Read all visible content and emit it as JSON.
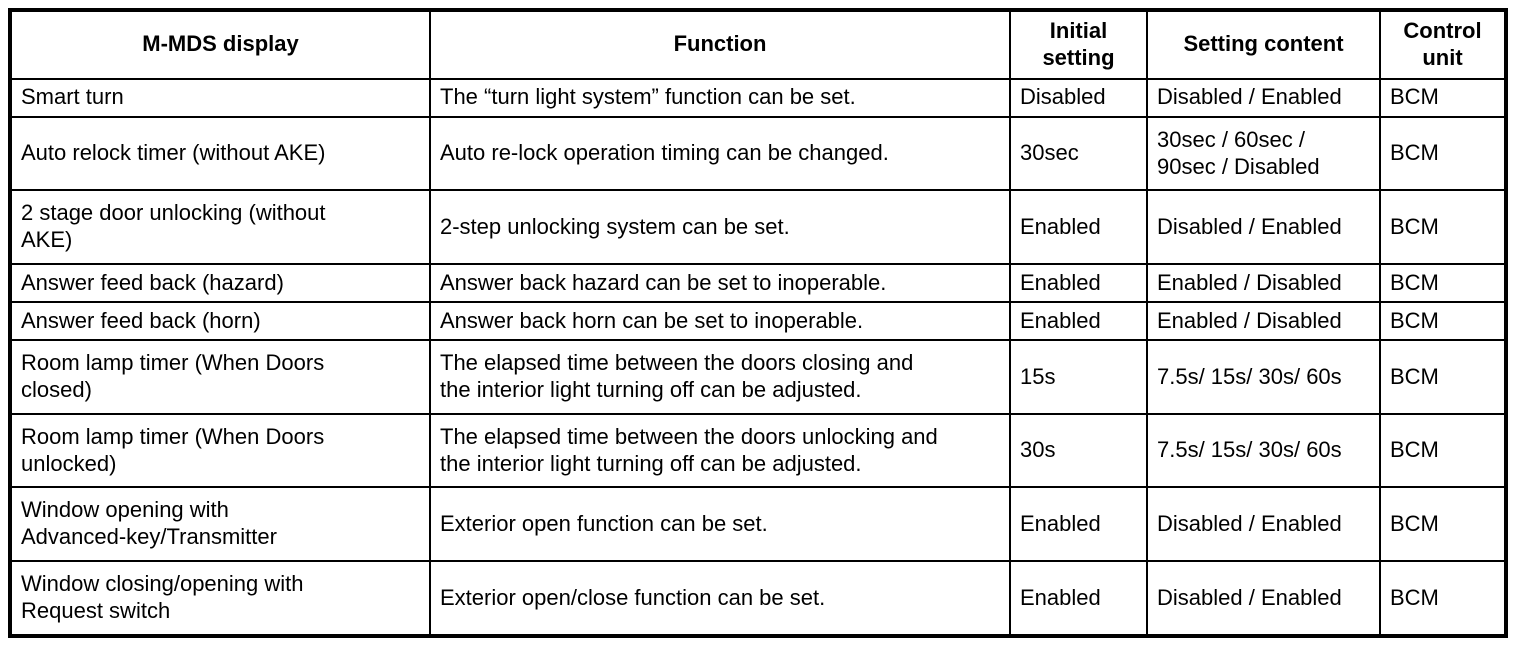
{
  "table": {
    "columns": [
      {
        "key": "display",
        "label": "M-MDS display"
      },
      {
        "key": "function",
        "label": "Function"
      },
      {
        "key": "initial",
        "label": "Initial\nsetting"
      },
      {
        "key": "content",
        "label": "Setting content"
      },
      {
        "key": "unit",
        "label": "Control\nunit"
      }
    ],
    "rows": [
      {
        "display": "Smart turn",
        "function": "The “turn light system” function can be set.",
        "initial": "Disabled",
        "content": "Disabled / Enabled",
        "unit": "BCM"
      },
      {
        "display": "Auto relock timer (without AKE)",
        "function": "Auto re-lock operation timing can be changed.",
        "initial": "30sec",
        "content": "30sec / 60sec /\n90sec / Disabled",
        "unit": "BCM"
      },
      {
        "display": "2 stage door unlocking (without\nAKE)",
        "function": "2-step unlocking system can be set.",
        "initial": "Enabled",
        "content": "Disabled / Enabled",
        "unit": "BCM"
      },
      {
        "display": "Answer feed back (hazard)",
        "function": "Answer back hazard can be set to inoperable.",
        "initial": "Enabled",
        "content": "Enabled / Disabled",
        "unit": "BCM"
      },
      {
        "display": "Answer feed back (horn)",
        "function": "Answer back horn can be set to inoperable.",
        "initial": "Enabled",
        "content": "Enabled / Disabled",
        "unit": "BCM"
      },
      {
        "display": "Room lamp timer (When Doors\nclosed)",
        "function": "The elapsed time between the doors closing and\nthe interior light turning off can be adjusted.",
        "initial": "15s",
        "content": "7.5s/ 15s/ 30s/ 60s",
        "unit": "BCM"
      },
      {
        "display": "Room lamp timer (When Doors\nunlocked)",
        "function": "The elapsed time between the doors unlocking and\nthe interior light turning off can be adjusted.",
        "initial": "30s",
        "content": "7.5s/ 15s/ 30s/ 60s",
        "unit": "BCM"
      },
      {
        "display": "Window opening with\nAdvanced-key/Transmitter",
        "function": "Exterior open function can be set.",
        "initial": "Enabled",
        "content": "Disabled / Enabled",
        "unit": "BCM"
      },
      {
        "display": "Window closing/opening with\nRequest switch",
        "function": "Exterior open/close function can be set.",
        "initial": "Enabled",
        "content": "Disabled / Enabled",
        "unit": "BCM"
      }
    ]
  }
}
